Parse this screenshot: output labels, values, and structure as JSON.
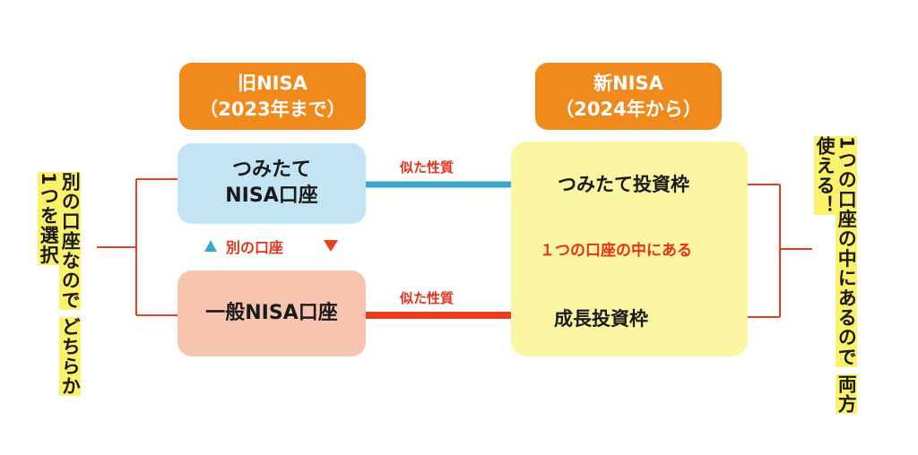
{
  "headers": {
    "old": {
      "line1": "旧NISA",
      "line2": "（2023年まで）"
    },
    "new": {
      "line1": "新NISA",
      "line2": "（2024年から）"
    }
  },
  "old_boxes": {
    "tsumitate": {
      "line1": "つみたて",
      "line2": "NISA口座"
    },
    "ippan": "一般NISA口座"
  },
  "arrows": {
    "top_label": "似た性質",
    "bottom_label": "似た性質"
  },
  "separate_label": "別の口座",
  "new_frames": {
    "tsumitate": "つみたて投資枠",
    "seicho": "成長投資枠",
    "same_account": "１つの口座の中にある"
  },
  "left_note": {
    "line1": "別の口座なので",
    "line2": "どちらか1つを選択"
  },
  "right_note": {
    "line1": "1つの口座の中にあるので",
    "line2": "両方使える！"
  },
  "colors": {
    "orange": "#f08a1c",
    "blue_box": "#c3e4f2",
    "pink_box": "#f7c4b0",
    "yellow_area": "#fbf6a2",
    "blue_arrow": "#3aa6c8",
    "red_arrow": "#e8401f",
    "highlight": "#fbf16b"
  }
}
